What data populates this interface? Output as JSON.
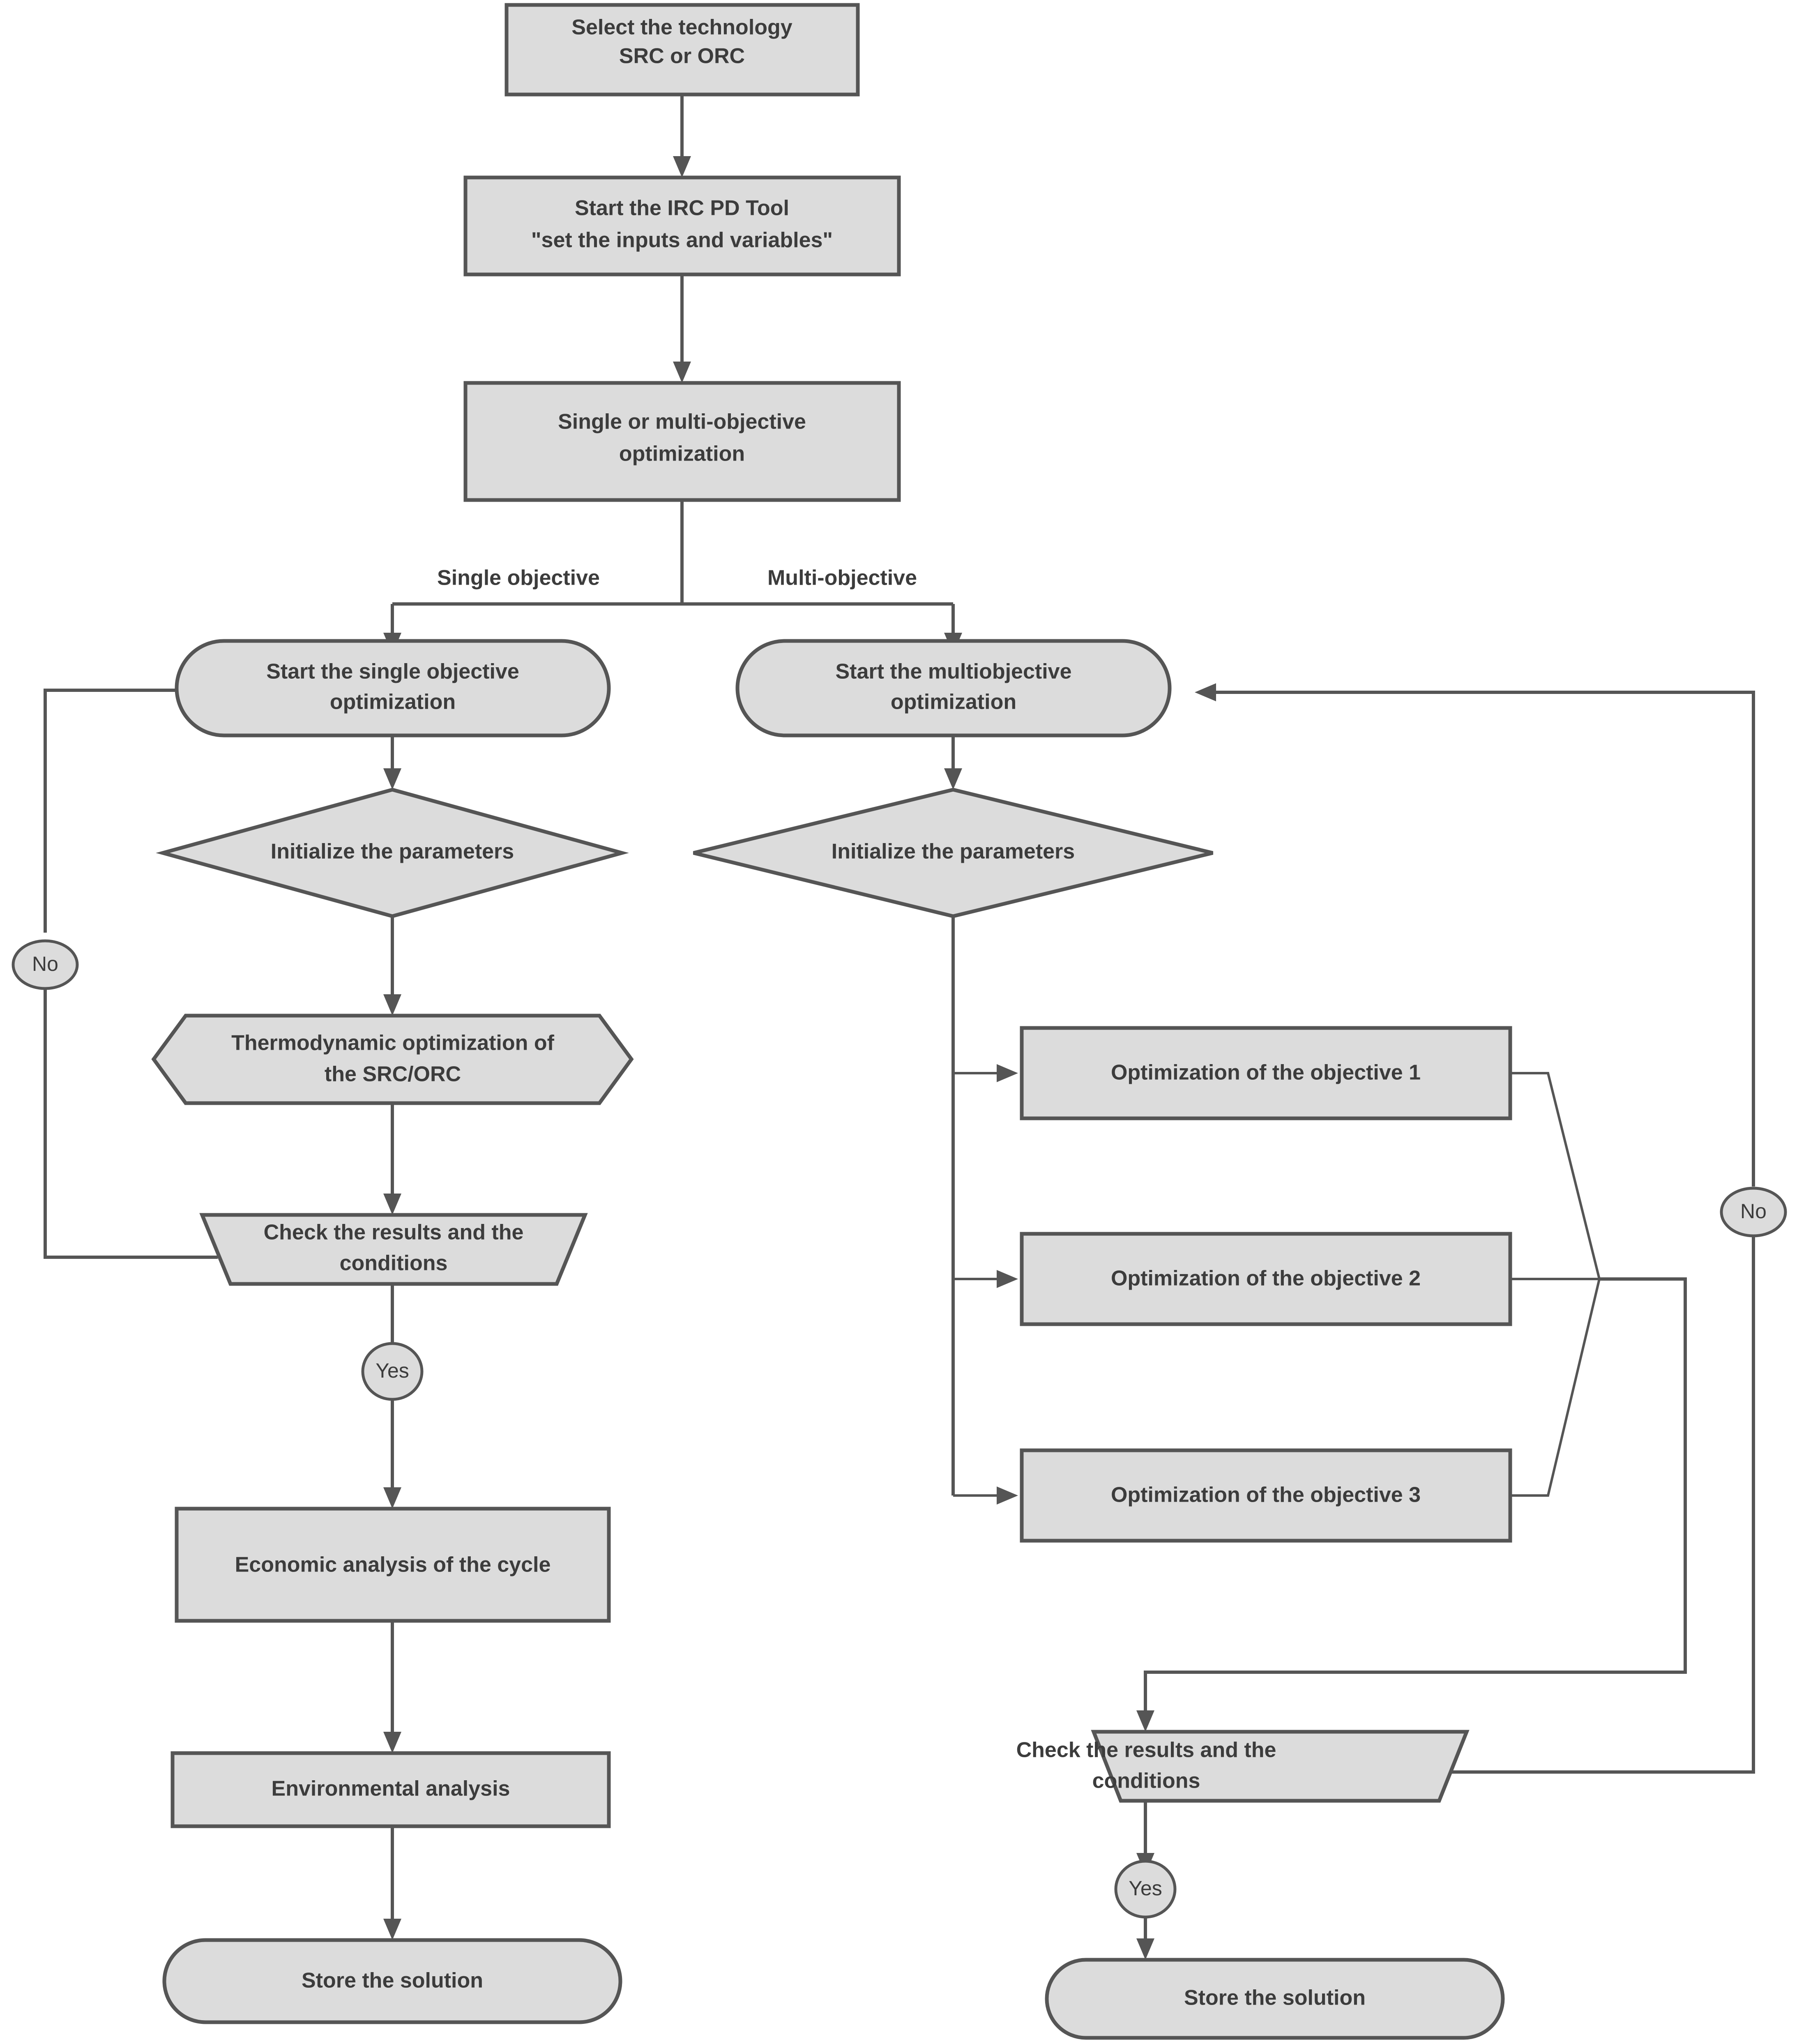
{
  "diagram": {
    "title": "SRC/ORC optimization flowchart",
    "colors": {
      "node_fill": "#dcdcdc",
      "node_stroke": "#555555",
      "edge_stroke": "#555555",
      "text": "#3c3c3c",
      "background": "#ffffff"
    },
    "nodes": {
      "select_technology": {
        "shape": "rectangle",
        "line1": "Select the technology",
        "line2": "SRC or ORC"
      },
      "start_tool": {
        "shape": "rectangle",
        "line1": "Start the IRC PD Tool",
        "line2": "\"set the inputs and variables\""
      },
      "single_or_multi": {
        "shape": "rectangle",
        "line1": "Single or multi-objective",
        "line2": "optimization"
      },
      "start_single": {
        "shape": "stadium",
        "line1": "Start the single objective",
        "line2": "optimization"
      },
      "start_multi": {
        "shape": "stadium",
        "line1": "Start the multiobjective",
        "line2": "optimization"
      },
      "init_params_left": {
        "shape": "diamond",
        "line1": "Initialize the parameters"
      },
      "init_params_right": {
        "shape": "diamond",
        "line1": "Initialize the parameters"
      },
      "thermo_opt": {
        "shape": "hexagon",
        "line1": "Thermodynamic optimization of",
        "line2": "the SRC/ORC"
      },
      "check_left": {
        "shape": "trapezoid",
        "line1": "Check the results and the",
        "line2": "conditions"
      },
      "economic_analysis": {
        "shape": "rectangle",
        "line1": "Economic analysis of the cycle"
      },
      "environmental_analysis": {
        "shape": "rectangle",
        "line1": "Environmental analysis"
      },
      "store_left": {
        "shape": "stadium",
        "line1": "Store the solution"
      },
      "objective_1": {
        "shape": "rectangle",
        "line1": "Optimization of the objective 1"
      },
      "objective_2": {
        "shape": "rectangle",
        "line1": "Optimization of the objective 2"
      },
      "objective_3": {
        "shape": "rectangle",
        "line1": "Optimization of the objective 3"
      },
      "check_right": {
        "shape": "trapezoid",
        "line1": "Check the results and the",
        "line2": "conditions"
      },
      "store_right": {
        "shape": "stadium",
        "line1": "Store the solution"
      }
    },
    "branch_labels": {
      "single_objective": "Single objective",
      "multi_objective": "Multi-objective"
    },
    "connectors": {
      "no_left": "No",
      "no_right": "No",
      "yes_left": "Yes",
      "yes_right": "Yes"
    }
  }
}
